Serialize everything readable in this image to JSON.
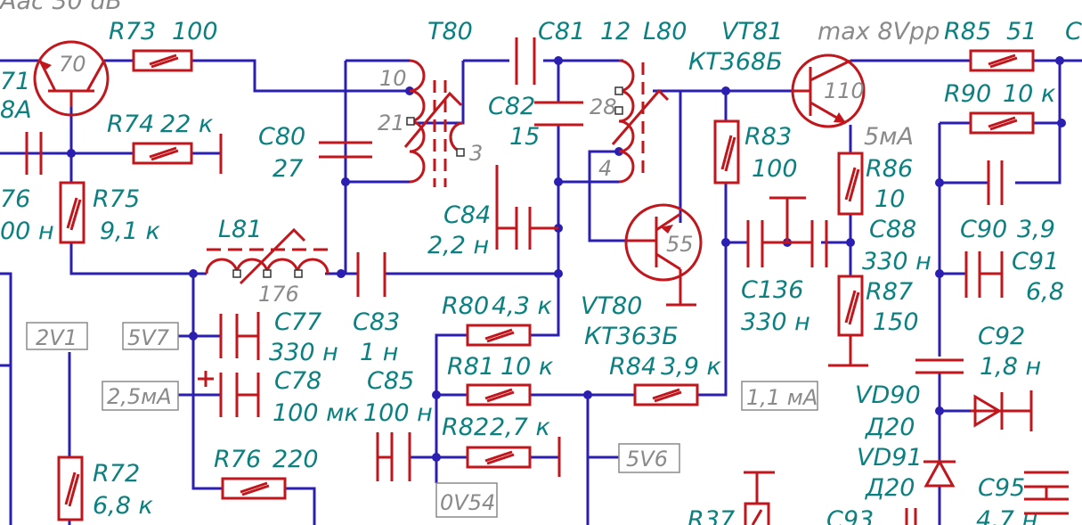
{
  "colors": {
    "wire": "#2a1fb0",
    "component": "#c0161c",
    "label": "#0c8080",
    "grey": "#8a8a8a"
  },
  "labels": {
    "top_left_cut": "Ааc 30 dB",
    "r73": "R73",
    "r73_val": "100",
    "t80": "T80",
    "c81": "C81",
    "c81_val": "12",
    "l80": "L80",
    "vt81": "VT81",
    "vt81_type": "КТ368Б",
    "max": "max 8Vpp",
    "r85": "R85",
    "r85_val": "51",
    "c_cut": "C",
    "l71": "71",
    "l8a": "8А",
    "r74": "R74",
    "r74_val": "22 к",
    "c82": "C82",
    "c82_val": "15",
    "r90": "R90",
    "r90_val": "10 к",
    "c80": "C80",
    "c80_val": "27",
    "r83": "R83",
    "r83_val": "100",
    "ma5": "5мА",
    "r86": "R86",
    "r86_val": "10",
    "c76": "76",
    "c76_val": "00 н",
    "r75": "R75",
    "r75_val": "9,1 к",
    "c84": "C84",
    "c84_val": "2,2 н",
    "c88": "C88",
    "c88_val": "330 н",
    "c90": "C90",
    "c90_val": "3,9",
    "c91": "C91",
    "c91_val": "6,8",
    "l81": "L81",
    "c136": "C136",
    "c136_val": "330 н",
    "r87": "R87",
    "r87_val": "150",
    "c77": "C77",
    "c77_val": "330 н",
    "c83": "C83",
    "c83_val": "1 н",
    "r80": "R80",
    "r80_val": "4,3 к",
    "vt80": "VT80",
    "vt80_type": "КТ363Б",
    "c92": "C92",
    "c92_val": "1,8 н",
    "c78": "C78",
    "c78_val": "100 мк",
    "c85": "C85",
    "c85_val": "100 н",
    "r81": "R81",
    "r81_val": "10 к",
    "r84": "R84",
    "r84_val": "3,9 к",
    "vd90": "VD90",
    "vd90_type": "Д20",
    "r82": "R82",
    "r82_val": "2,7 к",
    "vd91": "VD91",
    "vd91_type": "Д20",
    "r76": "R76",
    "r76_val": "220",
    "r72": "R72",
    "r72_val": "6,8 к",
    "c95": "C95",
    "c95_val": "4,7 н",
    "r37": "R37",
    "c93": "C93"
  },
  "pins": {
    "t80_p10": "10",
    "t80_p21": "21",
    "t80_p3": "3",
    "l80_p28": "28",
    "l80_p4": "4",
    "vt_70": "70",
    "vt_110": "110",
    "vt_55": "55",
    "l81_p176": "176"
  },
  "boxes": {
    "b2v1": "2V1",
    "b5v7": "5V7",
    "b25ma": "2,5мА",
    "b11ma": "1,1 мА",
    "b5v6": "5V6",
    "b0v54": "0V54"
  }
}
